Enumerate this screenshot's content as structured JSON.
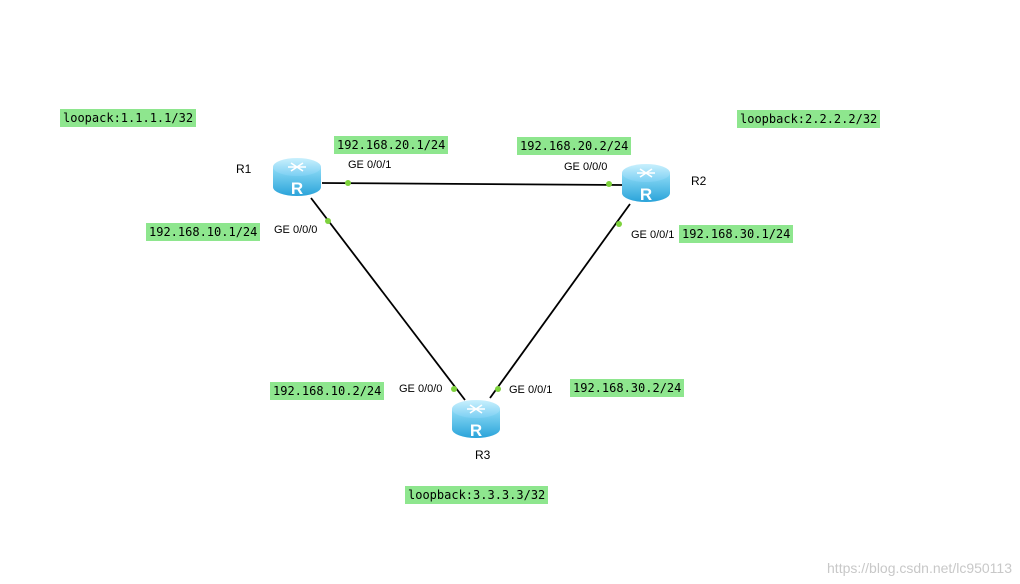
{
  "routers": {
    "r1": {
      "name": "R1",
      "loopback": "loopack:1.1.1.1/32"
    },
    "r2": {
      "name": "R2",
      "loopback": "loopback:2.2.2.2/32"
    },
    "r3": {
      "name": "R3",
      "loopback": "loopback:3.3.3.3/32"
    },
    "icon_letter": "R"
  },
  "links": {
    "r1_r2": {
      "r1_ip": "192.168.20.1/24",
      "r1_port": "GE 0/0/1",
      "r2_ip": "192.168.20.2/24",
      "r2_port": "GE 0/0/0"
    },
    "r1_r3": {
      "r1_ip": "192.168.10.1/24",
      "r1_port": "GE 0/0/0",
      "r3_ip": "192.168.10.2/24",
      "r3_port": "GE 0/0/0"
    },
    "r2_r3": {
      "r2_ip": "192.168.30.1/24",
      "r2_port": "GE 0/0/1",
      "r3_ip": "192.168.30.2/24",
      "r3_port": "GE 0/0/1"
    }
  },
  "watermark": "https://blog.csdn.net/lc950113",
  "colors": {
    "label_bg": "#8ee68e",
    "port_dot": "#7dd23c",
    "router": "#3cb4e6"
  }
}
